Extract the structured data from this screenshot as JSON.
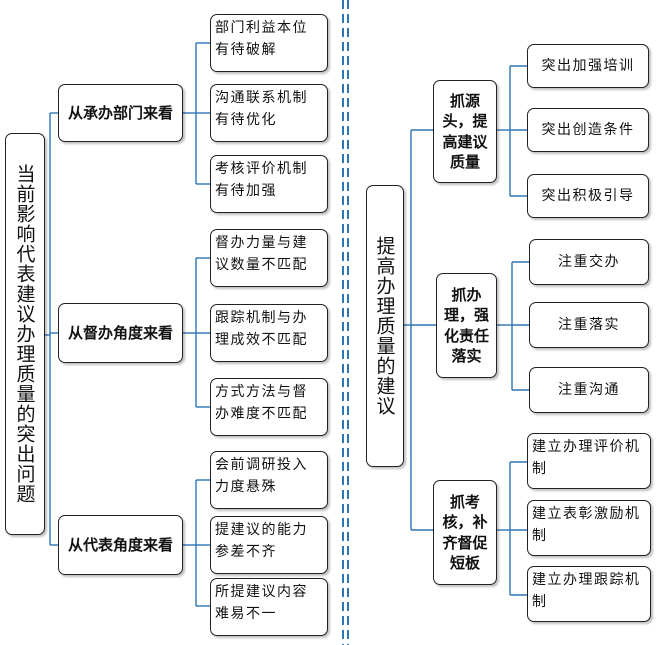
{
  "left": {
    "root": "当前影响代表建议办理质量的突出问题",
    "groups": [
      {
        "title": "从承办部门来看",
        "items": [
          "部门利益本位有待破解",
          "沟通联系机制有待优化",
          "考核评价机制有待加强"
        ]
      },
      {
        "title": "从督办角度来看",
        "items": [
          "督办力量与建议数量不匹配",
          "跟踪机制与办理成效不匹配",
          "方式方法与督办难度不匹配"
        ]
      },
      {
        "title": "从代表角度来看",
        "items": [
          "会前调研投入力度悬殊",
          "提建议的能力参差不齐",
          "所提建议内容难易不一"
        ]
      }
    ]
  },
  "right": {
    "root": "提高办理质量的建议",
    "groups": [
      {
        "title": "抓源头，提高建议质量",
        "items": [
          "突出加强培训",
          "突出创造条件",
          "突出积极引导"
        ]
      },
      {
        "title": "抓办理，强化责任落实",
        "items": [
          "注重交办",
          "注重落实",
          "注重沟通"
        ]
      },
      {
        "title": "抓考核，补齐督促短板",
        "items": [
          "建立办理评价机制",
          "建立表彰激励机制",
          "建立办理跟踪机制"
        ]
      }
    ]
  },
  "colors": {
    "connector": "#2e75b6",
    "divider": "#2e75b6",
    "border": "#222222"
  }
}
